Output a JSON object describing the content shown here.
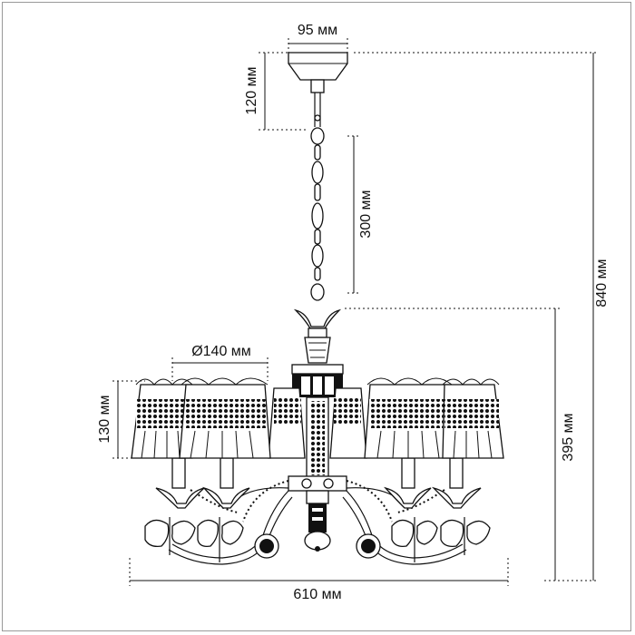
{
  "dimensions": {
    "canopy_width": "95 мм",
    "canopy_height": "120 мм",
    "chain_length": "300 мм",
    "total_height": "840 мм",
    "shade_diameter": "Ø140 мм",
    "shade_height": "130 мм",
    "body_height": "395 мм",
    "total_width": "610 мм"
  }
}
